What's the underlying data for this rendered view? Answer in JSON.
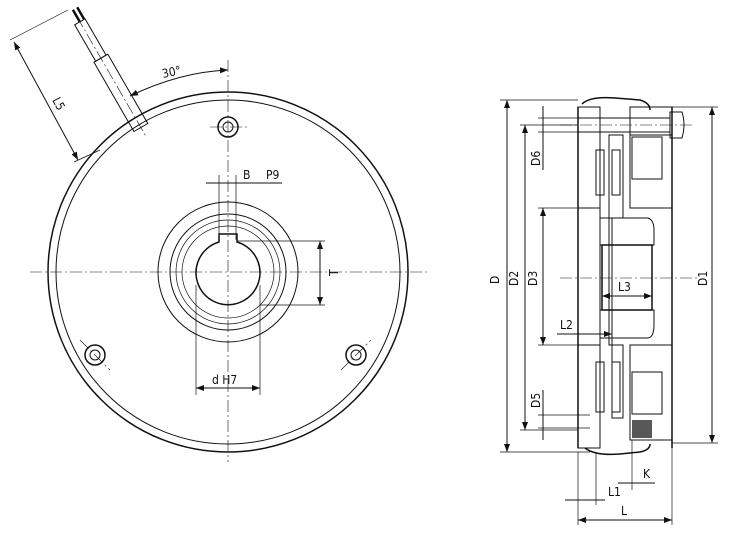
{
  "front_view": {
    "angle_label": "30°",
    "cable_length_label": "L5",
    "keyway_width_label": "B",
    "keyway_tolerance_label": "P9",
    "keyway_depth_label": "T",
    "bore_label": "d H7"
  },
  "section_view": {
    "labels": {
      "D": "D",
      "D2": "D2",
      "D3": "D3",
      "D6": "D6",
      "D5": "D5",
      "D1": "D1",
      "L3": "L3",
      "L2": "L2",
      "K": "K",
      "L1": "L1",
      "L": "L"
    }
  }
}
